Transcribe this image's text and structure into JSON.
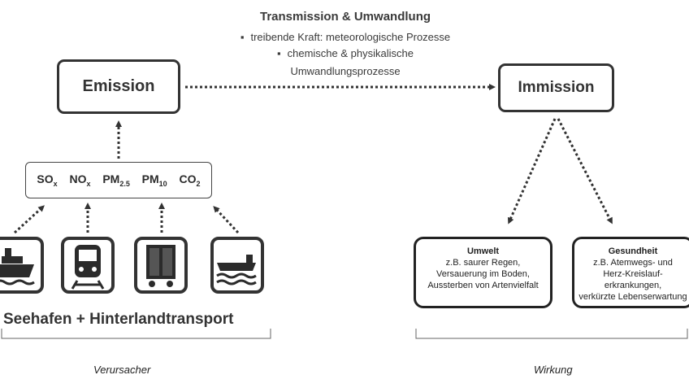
{
  "transmission": {
    "title": "Transmission & Umwandlung",
    "bullets": [
      "treibende Kraft: meteorologische Prozesse",
      "chemische & physikalische",
      "Umwandlungsprozesse"
    ]
  },
  "emission": "Emission",
  "immission": "Immission",
  "pollutants": [
    {
      "base": "SO",
      "sub": "x"
    },
    {
      "base": "NO",
      "sub": "x"
    },
    {
      "base": "PM",
      "sub": "2.5"
    },
    {
      "base": "PM",
      "sub": "10"
    },
    {
      "base": "CO",
      "sub": "2"
    }
  ],
  "sources": [
    {
      "icon": "ship-icon"
    },
    {
      "icon": "train-icon"
    },
    {
      "icon": "truck-icon"
    },
    {
      "icon": "barge-icon"
    }
  ],
  "source_label": "Seehafen + Hinterlandtransport",
  "effects": {
    "umwelt": {
      "title": "Umwelt",
      "lines": [
        "z.B. saurer Regen,",
        "Versauerung im Boden,",
        "Aussterben von Artenvielfalt"
      ]
    },
    "gesundheit": {
      "title": "Gesundheit",
      "lines": [
        "z.B. Atemwegs- und",
        "Herz-Kreislauf-",
        "erkrankungen,",
        "verkürzte Lebenserwartung"
      ]
    }
  },
  "captions": {
    "left": "Verursacher",
    "right": "Wirkung"
  }
}
